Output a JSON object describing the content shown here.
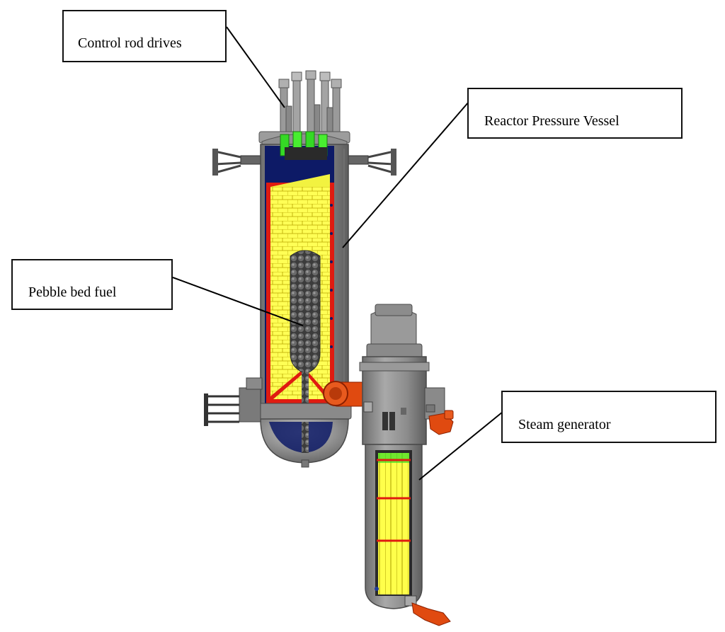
{
  "labels": {
    "control_rod_drives": "Control rod drives",
    "reactor_pressure_vessel": "Reactor Pressure Vessel",
    "pebble_bed_fuel": "Pebble bed fuel",
    "steam_generator": "Steam generator"
  },
  "colors": {
    "steel": "#8a8a8a",
    "steel_dark": "#5f5f5f",
    "steel_light": "#b4b4b4",
    "inner_blue": "#0d1a66",
    "reflector_yellow": "#ffff4a",
    "liner_red": "#e01b10",
    "fuel_gray": "#4a4a4a",
    "actuator_green": "#33dd22",
    "pipe_orange": "#e04a10"
  }
}
